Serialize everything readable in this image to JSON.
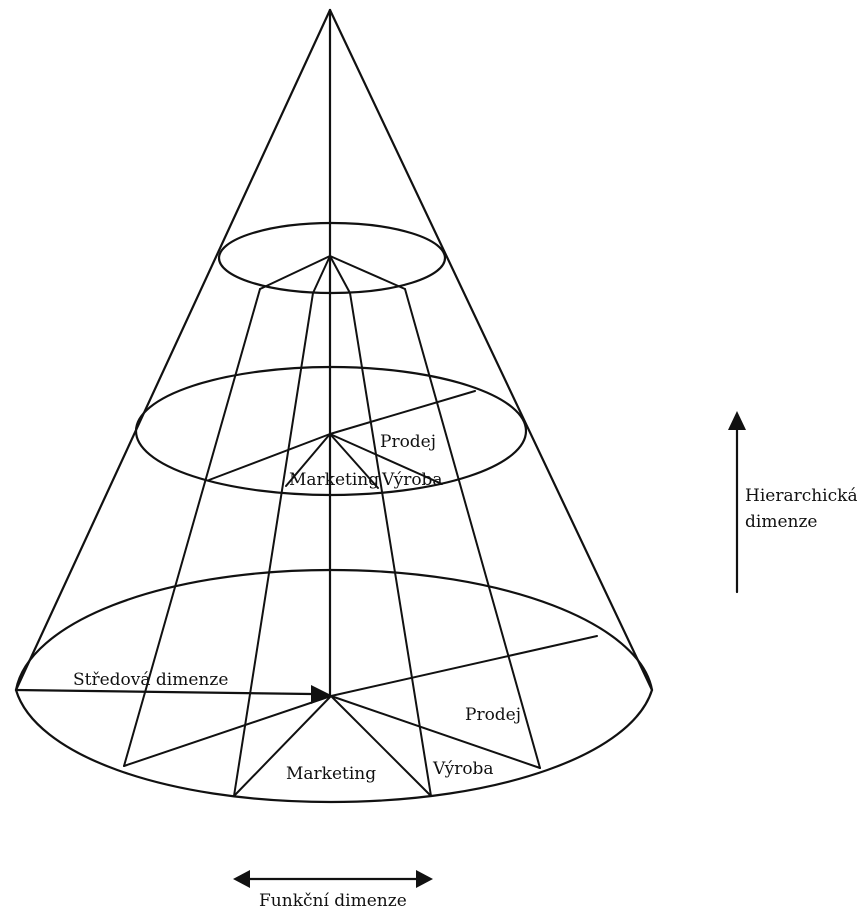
{
  "labels": {
    "top_prodej": "Prodej",
    "top_marketing": "Marketing",
    "top_vyroba": "Výroba",
    "center_dimension": "Středová dimenze",
    "bottom_prodej": "Prodej",
    "bottom_marketing": "Marketing",
    "bottom_vyroba": "Výroba",
    "hierarchy_line1": "Hierarchická",
    "hierarchy_line2": "dimenze",
    "functional_dimension": "Funkční dimenze"
  }
}
